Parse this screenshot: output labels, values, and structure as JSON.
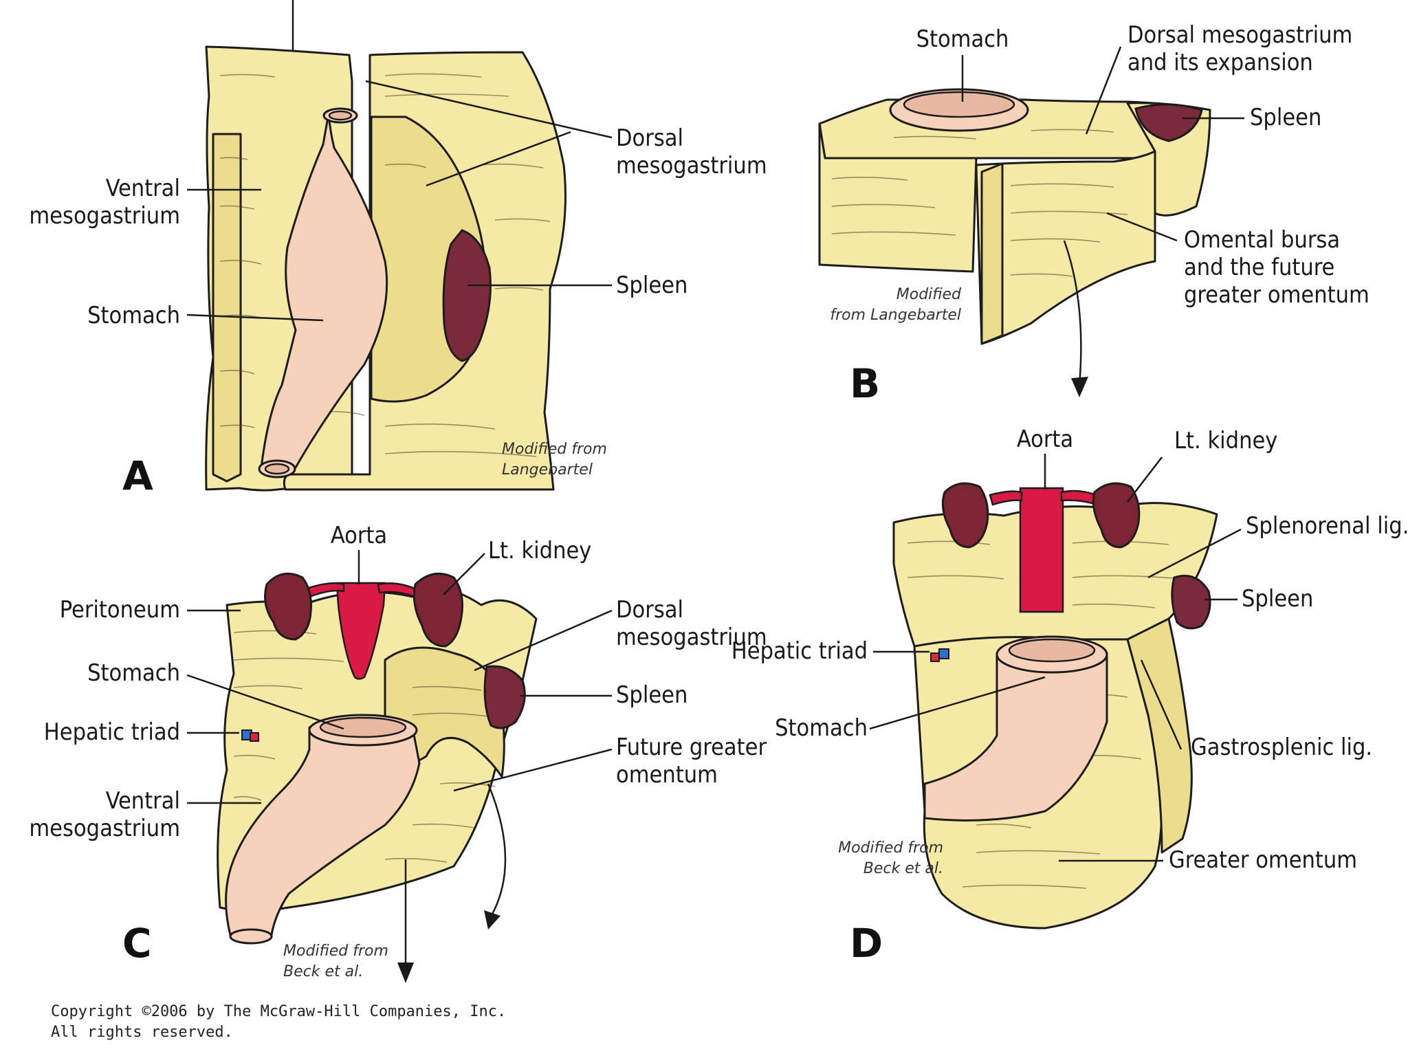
{
  "panels": {
    "A": {
      "letter": "A",
      "labels": {
        "dorsal": [
          "Dorsal",
          "mesogastrium"
        ],
        "ventral": [
          "Ventral",
          "mesogastrium"
        ],
        "spleen": "Spleen",
        "stomach": "Stomach"
      },
      "modified": [
        "Modified from",
        "Langebartel"
      ]
    },
    "B": {
      "letter": "B",
      "labels": {
        "stomach": "Stomach",
        "dorsal": [
          "Dorsal mesogastrium",
          "and its expansion"
        ],
        "spleen": "Spleen",
        "omental": [
          "Omental bursa",
          "and the future",
          "greater omentum"
        ]
      },
      "modified": [
        "Modified",
        "from Langebartel"
      ]
    },
    "C": {
      "letter": "C",
      "labels": {
        "aorta": "Aorta",
        "kidney": "Lt. kidney",
        "peritoneum": "Peritoneum",
        "dorsal": [
          "Dorsal",
          "mesogastrium"
        ],
        "stomach": "Stomach",
        "spleen": "Spleen",
        "hepatic": "Hepatic triad",
        "future": [
          "Future greater",
          "omentum"
        ],
        "ventral": [
          "Ventral",
          "mesogastrium"
        ]
      },
      "modified": [
        "Modified from",
        "Beck et al."
      ]
    },
    "D": {
      "letter": "D",
      "labels": {
        "aorta": "Aorta",
        "kidney": "Lt. kidney",
        "splenorenal": "Splenorenal lig.",
        "spleen": "Spleen",
        "hepatic": "Hepatic triad",
        "stomach": "Stomach",
        "gastrosplenic": "Gastrosplenic lig.",
        "greater": "Greater omentum"
      },
      "modified": [
        "Modified from",
        "Beck et al."
      ]
    }
  },
  "copyright": [
    "Copyright ©2006 by The McGraw-Hill Companies, Inc.",
    "All rights reserved."
  ],
  "colors": {
    "mesentery": "#f5e9a6",
    "stomach": "#f6d2ba",
    "spleen": "#7a2a3a",
    "kidney": "#7e2535",
    "aorta": "#d91a45",
    "hepatic_blue": "#2a6fd6",
    "hepatic_red": "#d8283a"
  }
}
